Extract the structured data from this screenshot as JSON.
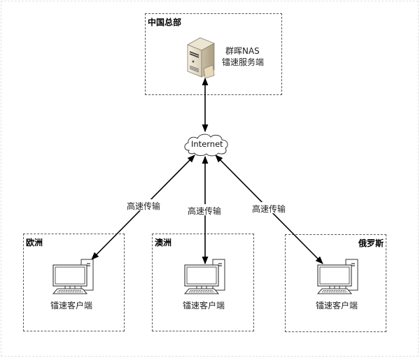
{
  "diagram": {
    "regions": [
      {
        "id": "hq",
        "title": "中国总部"
      },
      {
        "id": "europe",
        "title": "欧洲"
      },
      {
        "id": "australia",
        "title": "澳洲"
      },
      {
        "id": "russia",
        "title": "俄罗斯"
      }
    ],
    "server": {
      "icon": "server-tower-icon",
      "label_line1": "群晖NAS",
      "label_line2": "镭速服务端"
    },
    "cloud": {
      "icon": "cloud-icon",
      "label": "Internet"
    },
    "clients": [
      {
        "region": "europe",
        "icon": "desktop-computer-icon",
        "label": "镭速客户端"
      },
      {
        "region": "australia",
        "icon": "desktop-computer-icon",
        "label": "镭速客户端"
      },
      {
        "region": "russia",
        "icon": "desktop-computer-icon",
        "label": "镭速客户端"
      }
    ],
    "links": [
      {
        "from": "server",
        "to": "cloud",
        "label": ""
      },
      {
        "from": "cloud",
        "to": "europe",
        "label": "高速传输"
      },
      {
        "from": "cloud",
        "to": "australia",
        "label": "高速传输"
      },
      {
        "from": "cloud",
        "to": "russia",
        "label": "高速传输"
      }
    ]
  }
}
